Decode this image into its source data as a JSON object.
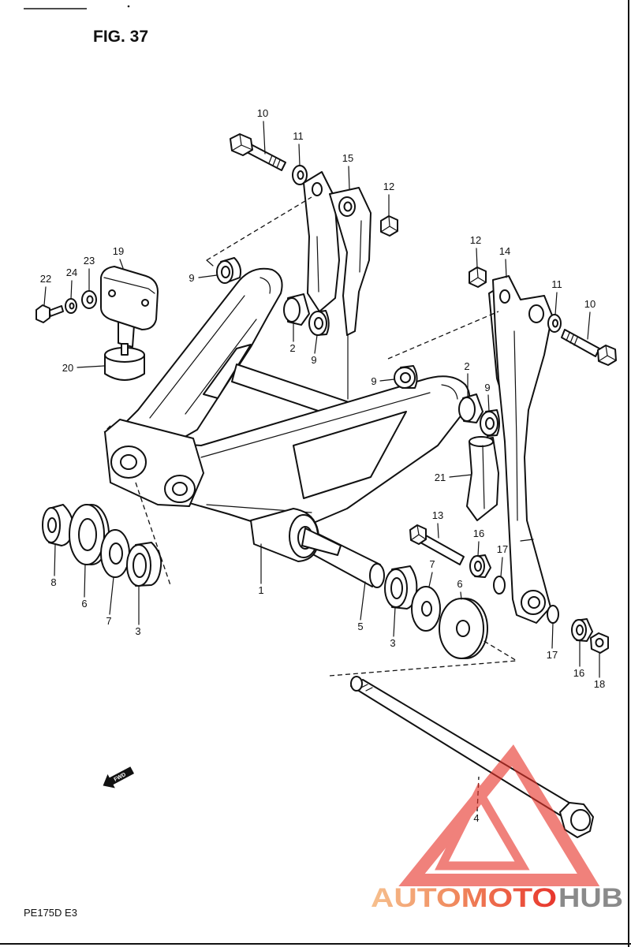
{
  "figure": {
    "title": "FIG. 37",
    "model": "PE175D E3"
  },
  "fwd_label": "FWD",
  "callouts": [
    "10",
    "11",
    "15",
    "12",
    "19",
    "23",
    "24",
    "22",
    "9",
    "12",
    "14",
    "11",
    "10",
    "2",
    "9",
    "20",
    "9",
    "2",
    "9",
    "21",
    "13",
    "16",
    "17",
    "8",
    "1",
    "7",
    "6",
    "6",
    "7",
    "3",
    "5",
    "3",
    "17",
    "16",
    "18",
    "4"
  ],
  "watermark": {
    "brand_primary": "AUTOMOTO",
    "brand_secondary": "HUB"
  },
  "colors": {
    "line": "#111111",
    "background": "#ffffff",
    "watermark_red": "#e8352c",
    "watermark_orange": "#f2a46e",
    "watermark_gray": "#8a8a8a"
  }
}
